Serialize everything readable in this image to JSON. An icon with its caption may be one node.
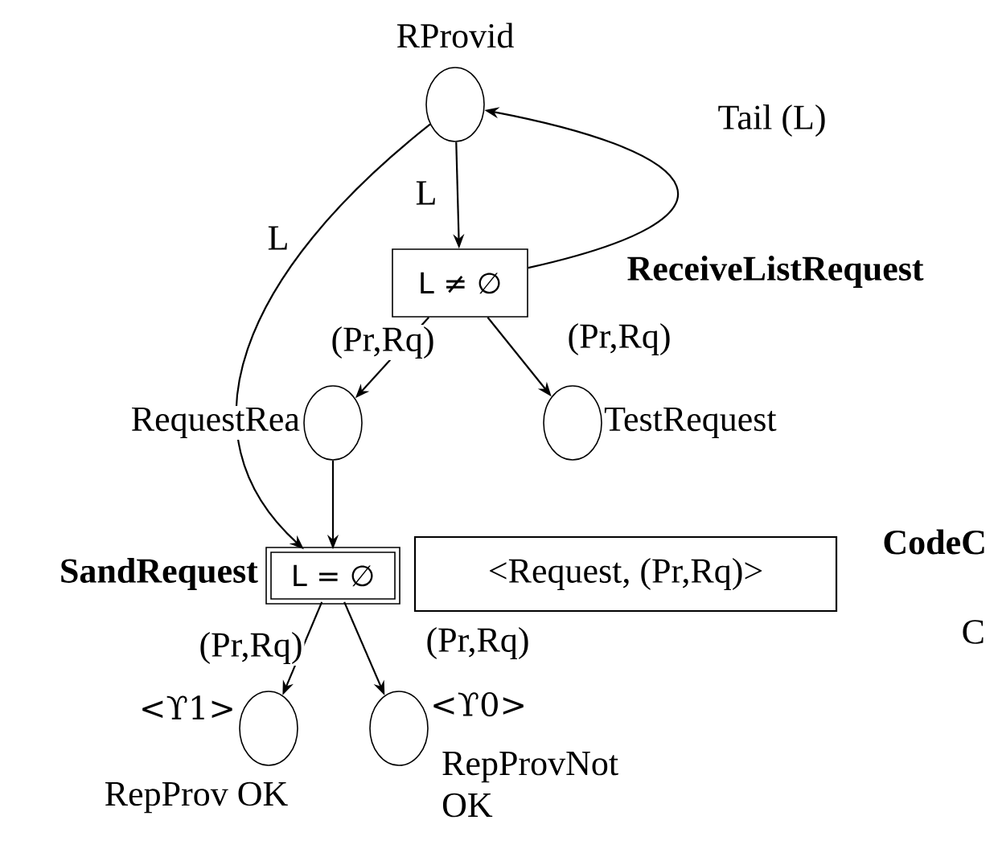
{
  "diagram": {
    "nodes": [
      {
        "text": [],
        "shape": "circle",
        "beside": [
          "RProvid"
        ]
      },
      {
        "text": [
          "L ≠ ∅"
        ],
        "beside": [
          "ReceiveListRequest"
        ]
      },
      {
        "text": [],
        "shape": "circle",
        "beside": [
          "RequestRea"
        ]
      },
      {
        "text": [],
        "shape": "circle",
        "beside": [
          "TestRequest"
        ]
      },
      {
        "text": [
          "L = ∅"
        ],
        "beside": [
          "SandRequest"
        ]
      },
      {
        "text": [
          "<Request, (Pr,Rq)>"
        ]
      },
      {
        "text": [],
        "shape": "circle",
        "beside": [
          "<ϒ1>",
          "RepProv OK"
        ]
      },
      {
        "text": [],
        "shape": "circle",
        "beside": [
          "<ϒ0>",
          "RepProvNot OK"
        ]
      }
    ],
    "edges": [
      {
        "from": 0,
        "to": 1,
        "arrow": "to",
        "label": "L"
      },
      {
        "from": 1,
        "to": 0,
        "arrow": "to",
        "label": "Tail (L)"
      },
      {
        "from": 0,
        "to": 4,
        "arrow": "to",
        "label": "L"
      },
      {
        "from": 1,
        "to": 2,
        "arrow": "to",
        "label": "(Pr,Rq)"
      },
      {
        "from": 1,
        "to": 3,
        "arrow": "to",
        "label": "(Pr,Rq)"
      },
      {
        "from": 2,
        "to": 4,
        "arrow": "to"
      },
      {
        "from": 4,
        "to": 6,
        "arrow": "to",
        "label": "(Pr,Rq)"
      },
      {
        "from": 4,
        "to": 7,
        "arrow": "to",
        "label": "(Pr,Rq)"
      }
    ],
    "labels": [
      "CodeC",
      "C"
    ]
  }
}
